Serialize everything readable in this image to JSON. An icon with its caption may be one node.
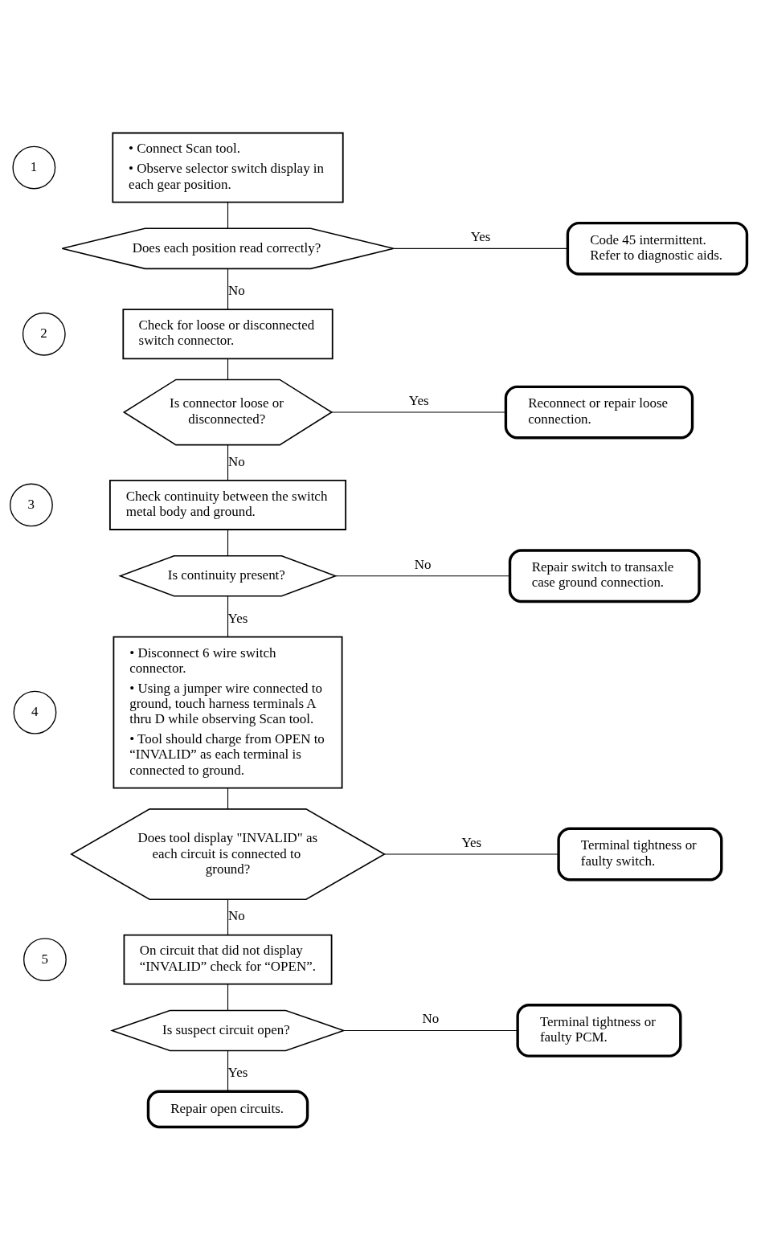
{
  "diagram": {
    "nodes": [
      {
        "text": [
          "1"
        ]
      },
      {
        "text": [
          "• Connect Scan tool.",
          "• Observe selector switch display in each gear position."
        ]
      },
      {
        "text": [
          "Does each position read correctly?"
        ]
      },
      {
        "text": [
          "Code 45 intermittent. Refer to diagnostic aids."
        ]
      },
      {
        "text": [
          "2"
        ]
      },
      {
        "text": [
          "Check for loose or disconnected switch connector."
        ]
      },
      {
        "text": [
          "Is connector loose or disconnected?"
        ]
      },
      {
        "text": [
          "Reconnect or repair loose connection."
        ]
      },
      {
        "text": [
          "3"
        ]
      },
      {
        "text": [
          "Check continuity between the switch metal body and ground."
        ]
      },
      {
        "text": [
          "Is continuity present?"
        ]
      },
      {
        "text": [
          "Repair switch to transaxle case ground connection."
        ]
      },
      {
        "text": [
          "4"
        ]
      },
      {
        "text": [
          "• Disconnect 6 wire switch connector.",
          "• Using a jumper wire connected to ground, touch harness terminals A thru D while observing Scan tool.",
          "• Tool should charge from OPEN to “INVALID” as each terminal is connected to ground."
        ]
      },
      {
        "text": [
          "Does tool display \"INVALID\" as each circuit is connected to ground?"
        ]
      },
      {
        "text": [
          "Terminal tightness or faulty switch."
        ]
      },
      {
        "text": [
          "5"
        ]
      },
      {
        "text": [
          "On circuit that did not display “INVALID” check for “OPEN”."
        ]
      },
      {
        "text": [
          "Is suspect circuit open?"
        ]
      },
      {
        "text": [
          "Terminal tightness or faulty PCM."
        ]
      },
      {
        "text": [
          "Repair open circuits."
        ]
      }
    ],
    "edges": [
      {
        "from": 1,
        "to": 2,
        "arrow": "none"
      },
      {
        "from": 2,
        "to": 3,
        "arrow": "none",
        "label": "Yes"
      },
      {
        "from": 2,
        "to": 5,
        "arrow": "none",
        "label": "No"
      },
      {
        "from": 5,
        "to": 6,
        "arrow": "none"
      },
      {
        "from": 6,
        "to": 7,
        "arrow": "none",
        "label": "Yes"
      },
      {
        "from": 6,
        "to": 9,
        "arrow": "none",
        "label": "No"
      },
      {
        "from": 9,
        "to": 10,
        "arrow": "none"
      },
      {
        "from": 10,
        "to": 11,
        "arrow": "none",
        "label": "No"
      },
      {
        "from": 10,
        "to": 13,
        "arrow": "none",
        "label": "Yes"
      },
      {
        "from": 13,
        "to": 14,
        "arrow": "none"
      },
      {
        "from": 14,
        "to": 15,
        "arrow": "none",
        "label": "Yes"
      },
      {
        "from": 14,
        "to": 17,
        "arrow": "none",
        "label": "No"
      },
      {
        "from": 17,
        "to": 18,
        "arrow": "none"
      },
      {
        "from": 18,
        "to": 19,
        "arrow": "none",
        "label": "No"
      },
      {
        "from": 18,
        "to": 20,
        "arrow": "none",
        "label": "Yes"
      }
    ]
  }
}
